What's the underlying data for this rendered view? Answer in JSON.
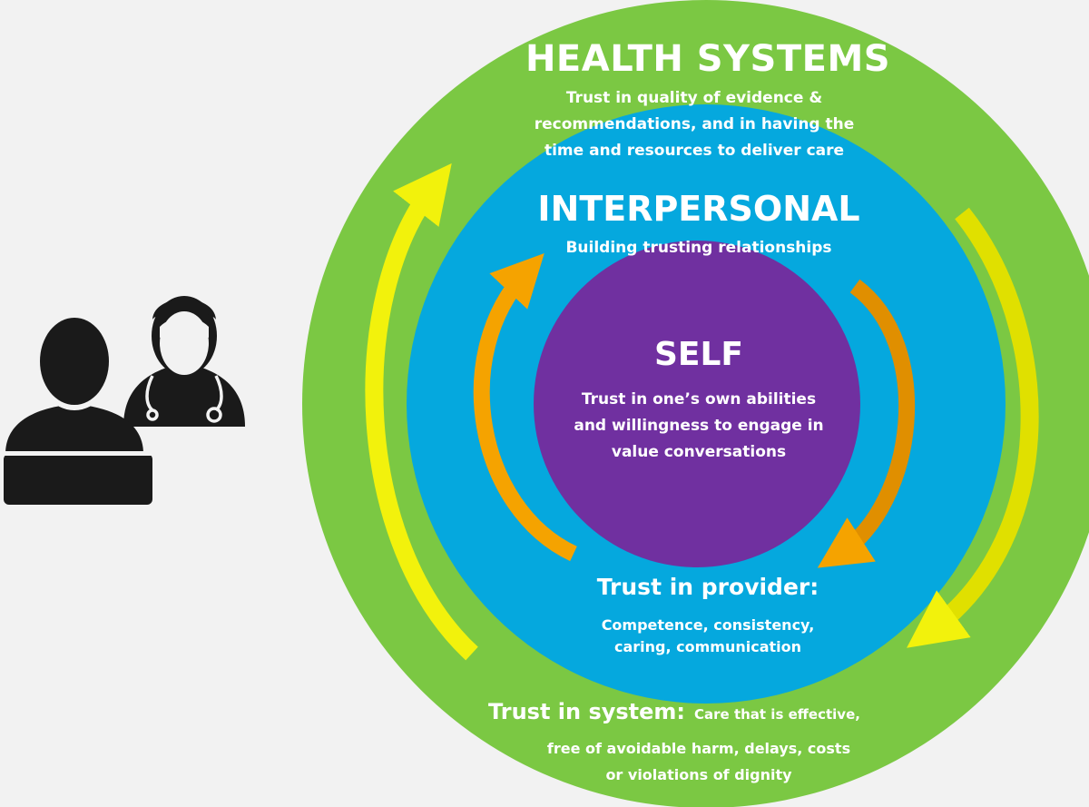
{
  "colors": {
    "background": "#f2f2f2",
    "outer_ring": "#7bc843",
    "middle_ring": "#05a8de",
    "inner_circle": "#7030a0",
    "outer_arrows": "#f2f20c",
    "inner_arrows": "#f5a300",
    "text": "#ffffff",
    "icons": "#1a1a1a"
  },
  "icons": [
    "patient-icon",
    "doctor-icon",
    "stethoscope-icon"
  ],
  "health_systems": {
    "title": "HEALTH SYSTEMS",
    "line1": "Trust in quality of evidence &",
    "line2": "recommendations, and in having the",
    "line3": "time and resources to deliver care"
  },
  "interpersonal": {
    "title": "INTERPERSONAL",
    "subtitle": "Building trusting relationships"
  },
  "self": {
    "title": "SELF",
    "line1": "Trust in one’s own abilities",
    "line2": "and willingness to engage in",
    "line3": "value conversations"
  },
  "provider": {
    "title": "Trust in provider:",
    "line1": "Competence, consistency,",
    "line2": "caring, communication"
  },
  "system": {
    "title": "Trust in system:",
    "desc": "Care that is effective,",
    "line2": "free of avoidable harm, delays, costs",
    "line3": "or violations of dignity"
  }
}
